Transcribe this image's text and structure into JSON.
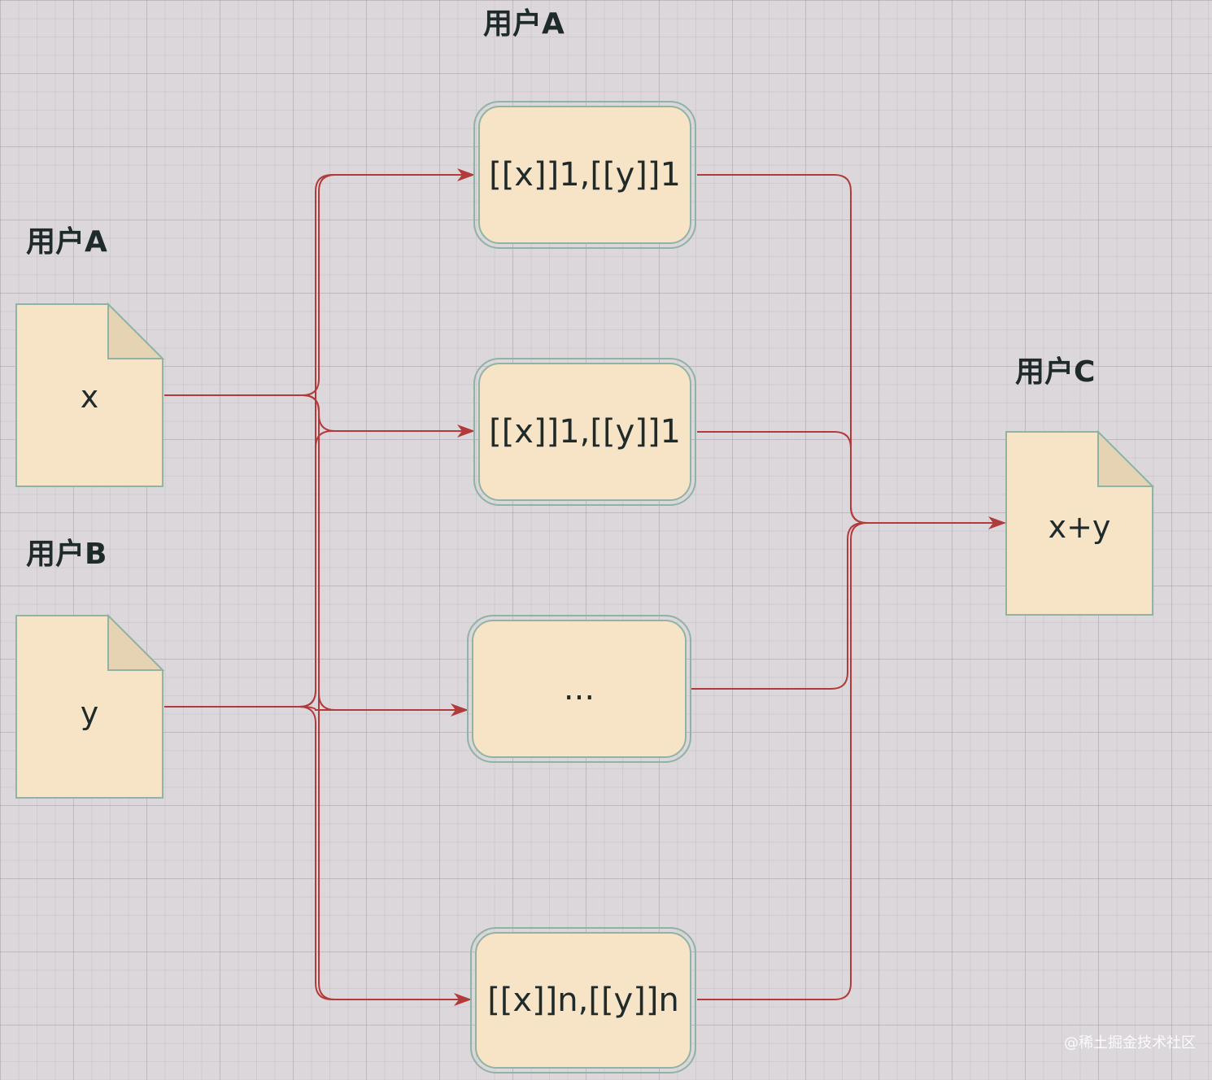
{
  "labels": {
    "top_user": "用户A",
    "left_user_a": "用户A",
    "left_user_b": "用户B",
    "right_user_c": "用户C"
  },
  "documents": {
    "x": "x",
    "y": "y",
    "sum": "x+y"
  },
  "shares": {
    "share_1a": "[[x]]1,[[y]]1",
    "share_1b": "[[x]]1,[[y]]1",
    "share_ellipsis": "...",
    "share_n": "[[x]]n,[[y]]n"
  },
  "watermark": "@稀土掘金技术社区",
  "colors": {
    "box_fill": "#f7e4c6",
    "box_border": "#8fb3a4",
    "arrow": "#b23a3a"
  }
}
